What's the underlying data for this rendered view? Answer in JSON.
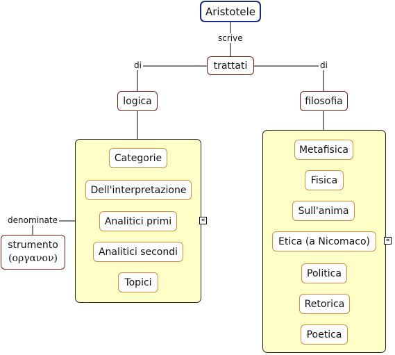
{
  "root": "Aristotele",
  "links": {
    "scrive": "scrive",
    "di_left": "di",
    "di_right": "di",
    "denominate": "denominate"
  },
  "trattati": "trattati",
  "logica": {
    "label": "logica",
    "items": [
      "Categorie",
      "Dell'interpretazione",
      "Analitici primi",
      "Analitici secondi",
      "Topici"
    ]
  },
  "filosofia": {
    "label": "filosofia",
    "items": [
      "Metafisica",
      "Fisica",
      "Sull'anima",
      "Etica (a Nicomaco)",
      "Politica",
      "Retorica",
      "Poetica"
    ]
  },
  "strumento": {
    "line1": "strumento",
    "line2": "(οργανον)"
  },
  "toggle_glyph": "«",
  "colors": {
    "root_border": "#1a2a88",
    "node_border": "#7a1a10",
    "item_border": "#d98a3a",
    "panel_fill": "#ffffc8"
  }
}
